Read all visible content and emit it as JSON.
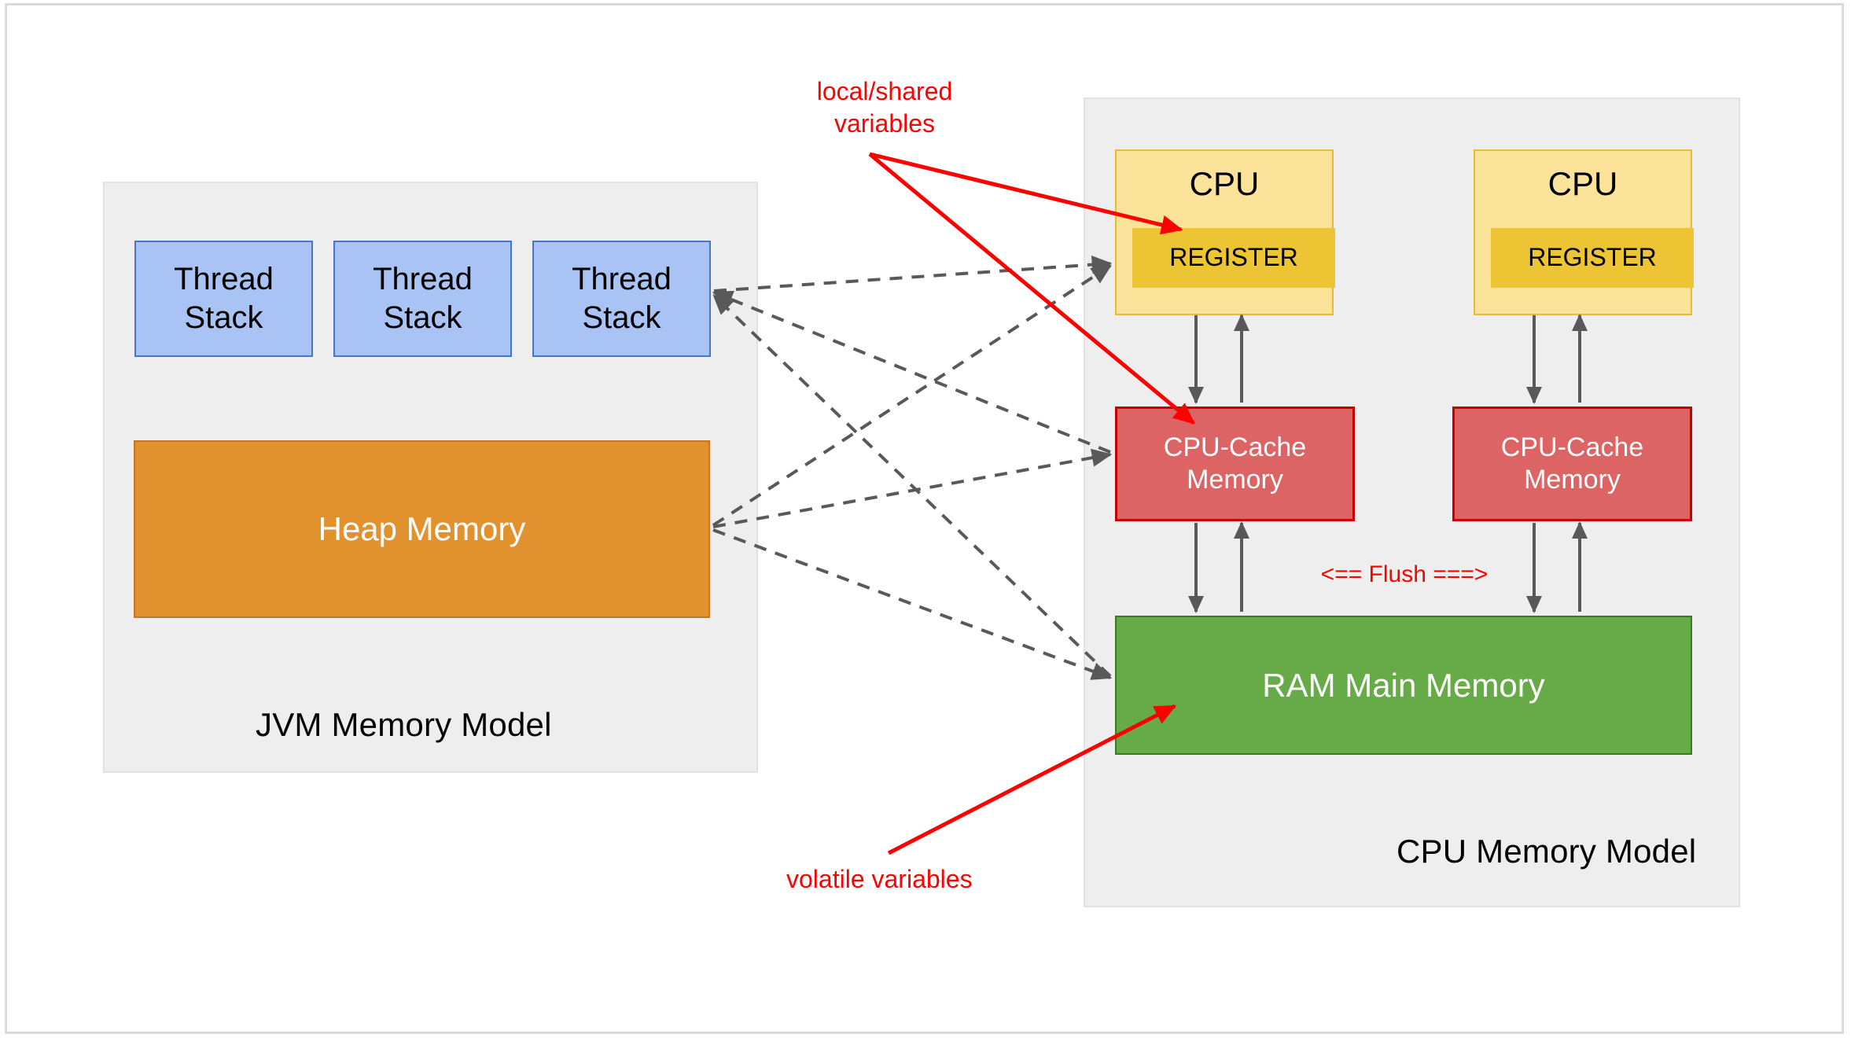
{
  "diagram": {
    "title": "JVM Memory Model and CPU Memory Model",
    "colors": {
      "thread_stack_fill": "#a9c4f4",
      "thread_stack_stroke": "#4276d0",
      "heap_fill": "#e2912f",
      "heap_stroke": "#c4762a",
      "cpu_fill": "#fce39a",
      "cpu_stroke": "#e8b93c",
      "register_fill": "#edc433",
      "cache_fill": "#dd6464",
      "cache_stroke": "#c90000",
      "ram_fill": "#67ab49",
      "ram_stroke": "#3b7a22",
      "panel_fill": "#eeeeee",
      "annotation_red": "#ff0000",
      "arrow_gray": "#595959"
    }
  },
  "jvm_panel": {
    "title": "JVM Memory Model",
    "thread_stacks": [
      {
        "label": "Thread\nStack"
      },
      {
        "label": "Thread\nStack"
      },
      {
        "label": "Thread\nStack"
      }
    ],
    "heap": {
      "label": "Heap Memory"
    }
  },
  "cpu_panel": {
    "title": "CPU Memory Model",
    "cpus": [
      {
        "label": "CPU",
        "register_label": "REGISTER",
        "cache_label": "CPU-Cache\nMemory"
      },
      {
        "label": "CPU",
        "register_label": "REGISTER",
        "cache_label": "CPU-Cache\nMemory"
      }
    ],
    "ram": {
      "label": "RAM Main Memory"
    }
  },
  "annotations": {
    "local_shared": "local/shared\nvariables",
    "volatile": "volatile variables",
    "flush": "<== Flush ===>"
  }
}
